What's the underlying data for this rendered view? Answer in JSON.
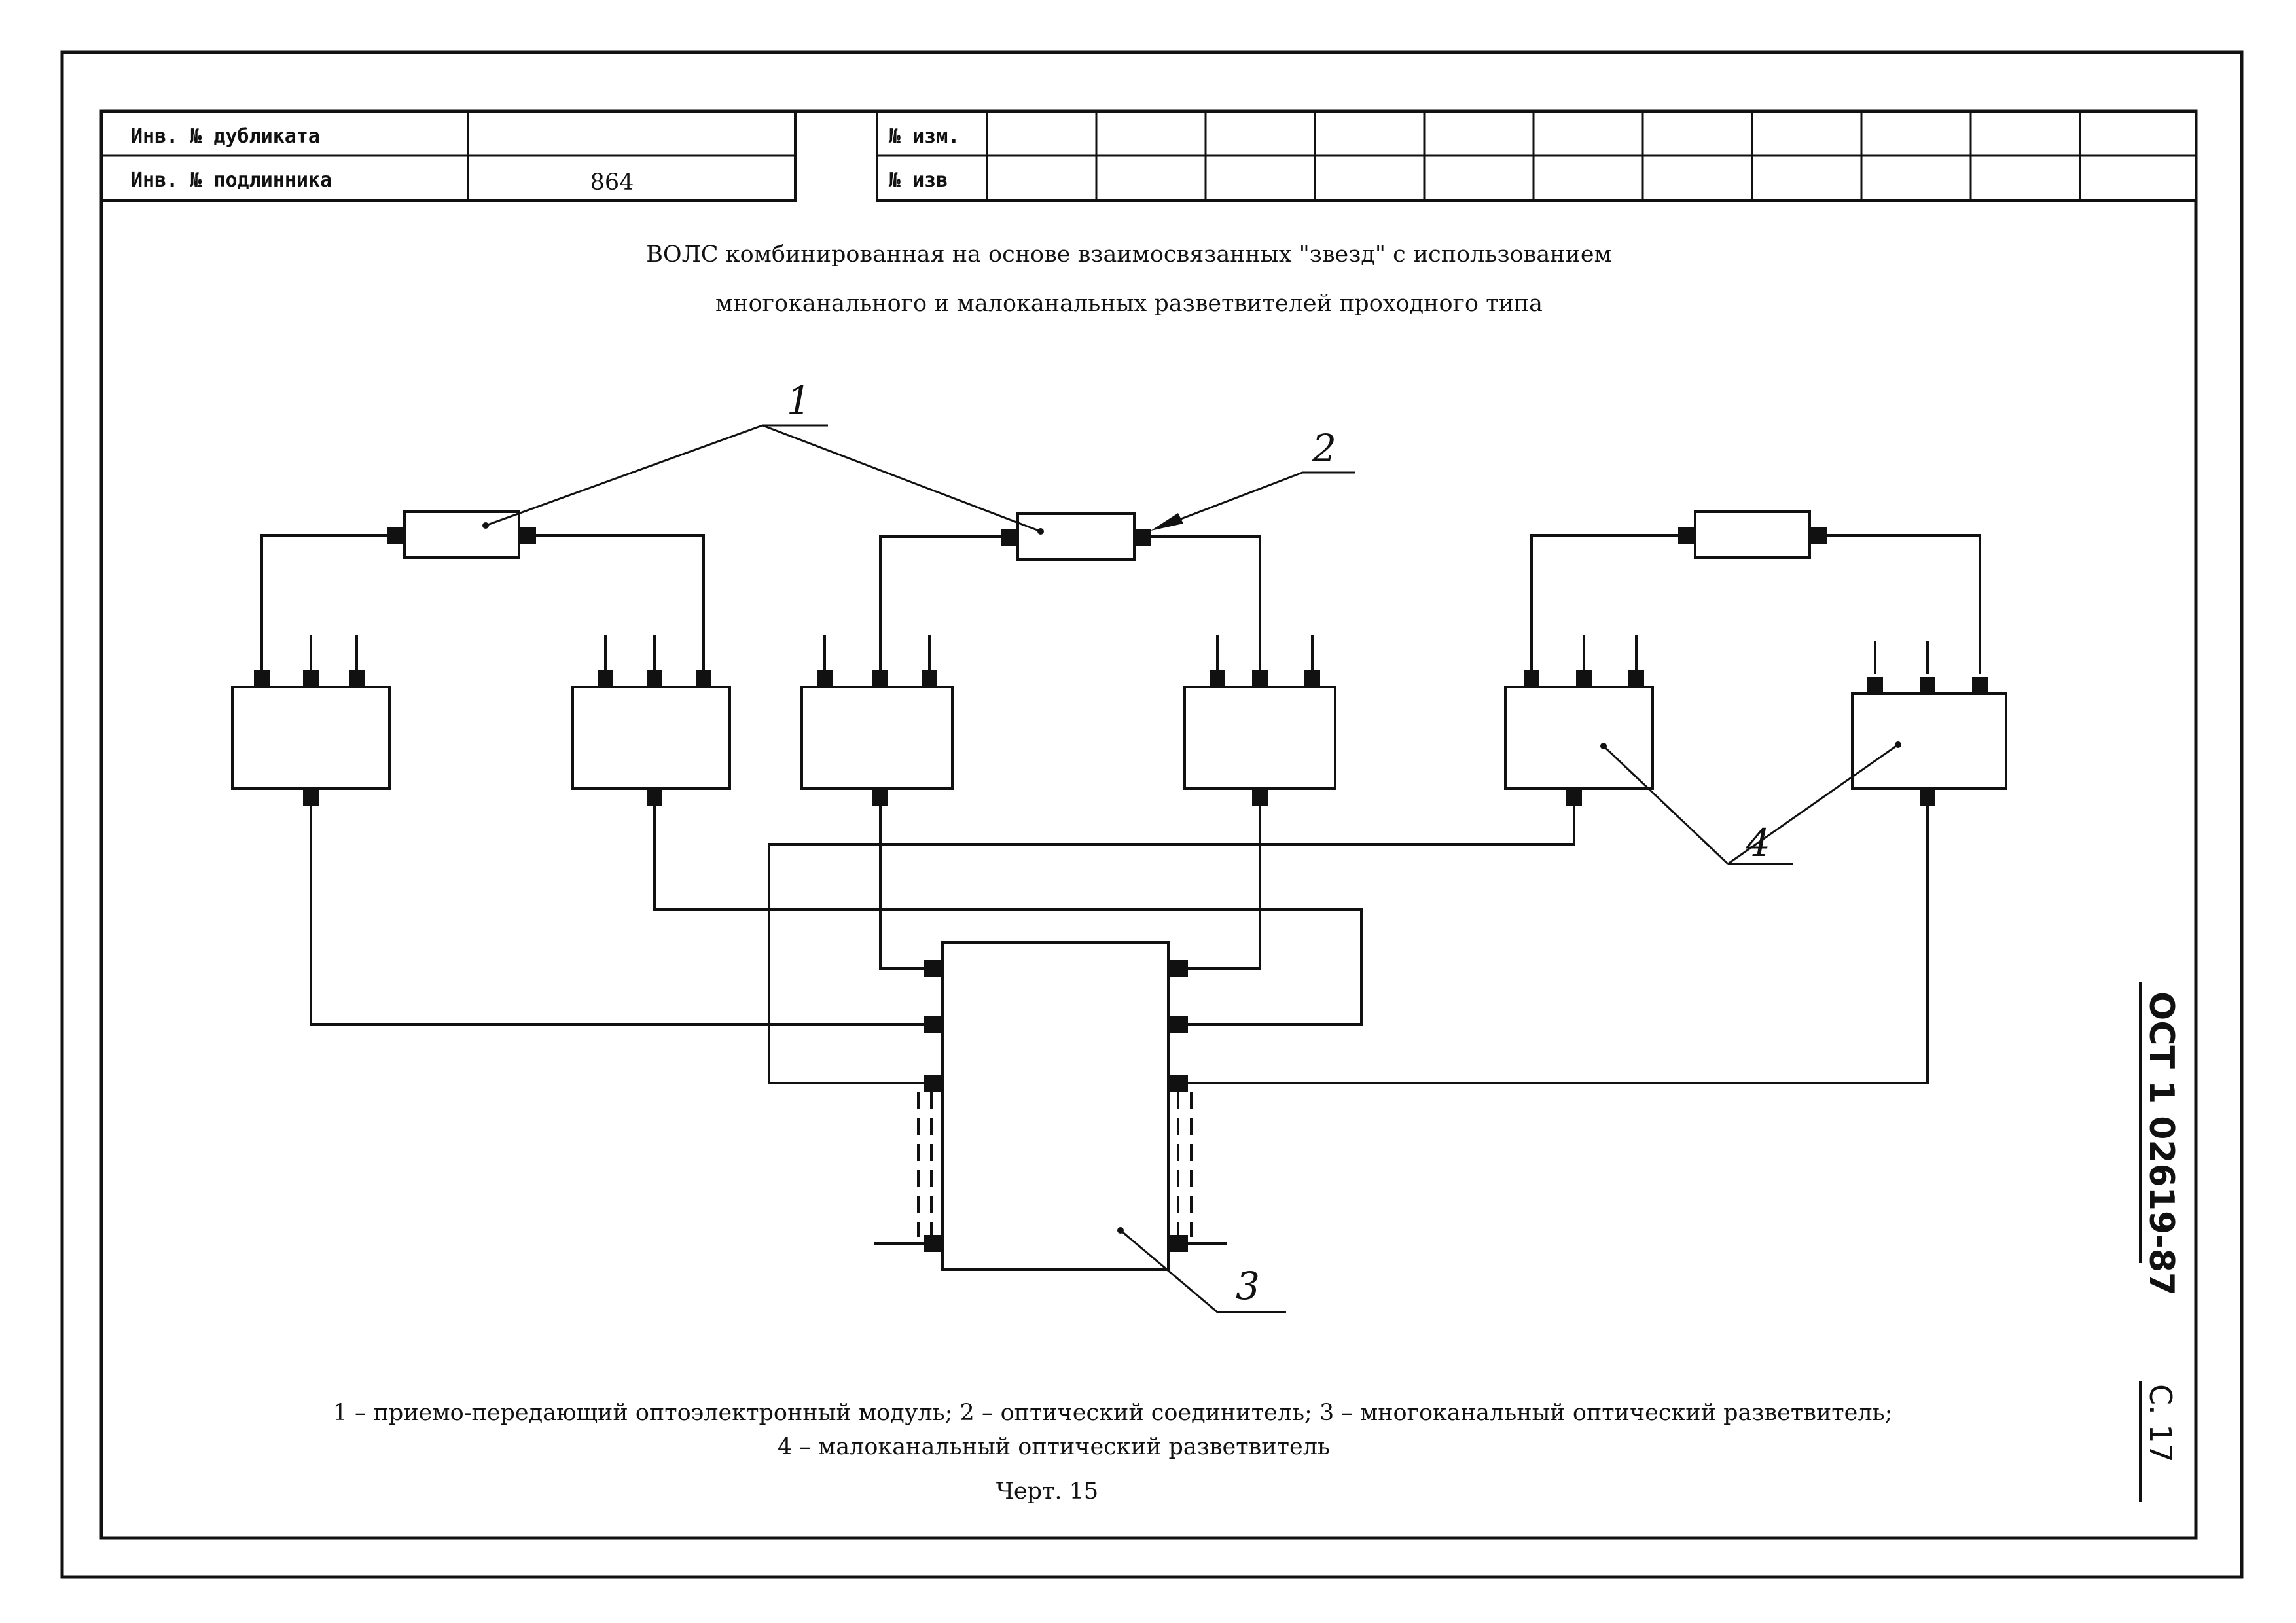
{
  "stamp": {
    "inv_dup_label": "Инв. № дубликата",
    "inv_dup_value": "",
    "inv_orig_label": "Инв. № подлинника",
    "inv_orig_value": "864",
    "change_no_label": "№ изм.",
    "notice_no_label": "№ изв"
  },
  "title": {
    "line1": "ВОЛС комбинированная на основе взаимосвязанных \"звезд\" с использованием",
    "line2": "многоканального и малоканальных разветвителей проходного типа"
  },
  "callouts": {
    "c1": "1",
    "c2": "2",
    "c3": "3",
    "c4": "4"
  },
  "legend": {
    "line1": "1 – приемо-передающий оптоэлектронный модуль; 2 – оптический соединитель; 3 – многоканальный оптический разветвитель;",
    "line2": "4 – малоканальный оптический разветвитель"
  },
  "figure_caption": "Черт. 15",
  "side": {
    "standard": "ОСТ 1 02619-87",
    "page": "С. 17"
  }
}
